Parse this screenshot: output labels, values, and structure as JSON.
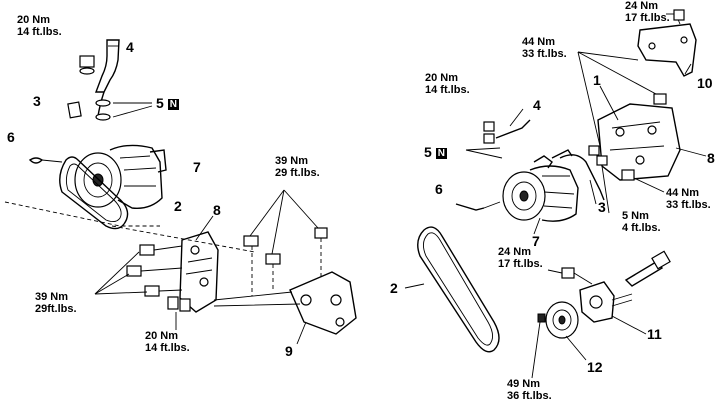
{
  "left_view": {
    "torques": {
      "t1": [
        "20 Nm",
        "14 ft.lbs."
      ],
      "t2": [
        "39 Nm",
        "29 ft.lbs."
      ],
      "t3": [
        "39 Nm",
        "29ft.lbs."
      ],
      "t4": [
        "20 Nm",
        "14 ft.lbs."
      ]
    },
    "callouts": {
      "c4": "4",
      "c5": "5",
      "c5_tag": "N",
      "c3": "3",
      "c6": "6",
      "c7": "7",
      "c2": "2",
      "c8": "8",
      "c9": "9"
    }
  },
  "right_view": {
    "torques": {
      "t1": [
        "24 Nm",
        "17 ft.lbs."
      ],
      "t2": [
        "44 Nm",
        "33 ft.lbs."
      ],
      "t3": [
        "20 Nm",
        "14 ft.lbs."
      ],
      "t4": [
        "44 Nm",
        "33 ft.lbs."
      ],
      "t5": [
        "5 Nm",
        "4 ft.lbs."
      ],
      "t6": [
        "24 Nm",
        "17 ft.lbs."
      ],
      "t7": [
        "49 Nm",
        "36 ft.lbs."
      ]
    },
    "callouts": {
      "c10": "10",
      "c1": "1",
      "c4": "4",
      "c8": "8",
      "c5": "5",
      "c5_tag": "N",
      "c6": "6",
      "c3": "3",
      "c7": "7",
      "c2": "2",
      "c11": "11",
      "c12": "12"
    }
  }
}
